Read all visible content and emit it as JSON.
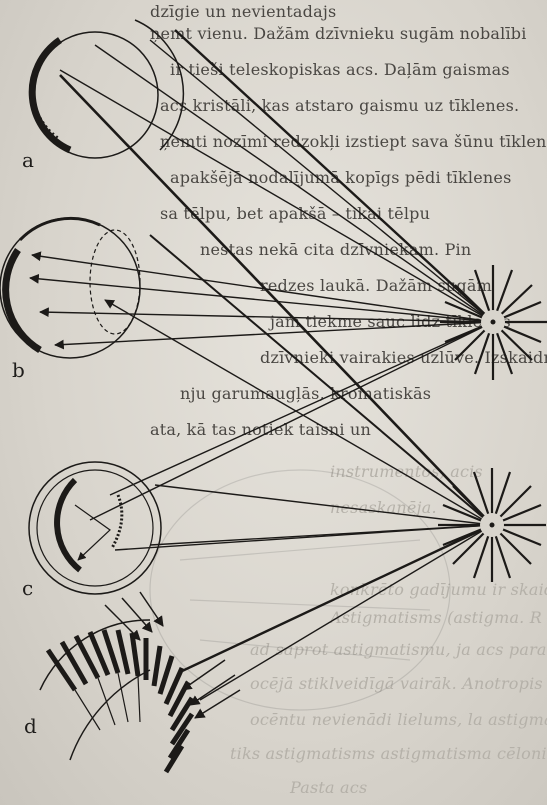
{
  "text_lines": [
    "dzīgie un nevientadajs",
    "ņemt vienu. Dažām dzīvnieku sugām nobalībi",
    "ir tieši teleskopiskas acs. Daļām gaismas",
    "acs kristāli, kas atstaro gaismu uz tīklenes.",
    "ņemti nozīmi redzokļi izstiept sava šūnu tīklenē,",
    "apakšējā nodalījumā kopīgs pēdi tīklenes",
    "sa tēlpu, bet apakšā – tikai tēlpu",
    "nestas nekā cita dzīvniekam. Pin",
    "redzes laukā. Dažām sugām",
    "jam tiekme sauc lidz tīklenes",
    "dzīvnieki vairakies uzlūve. Izskaidrojams",
    "nju garumaugļās, kromatiskās",
    "ata, kā tas notiek taisni un"
  ],
  "faint_lines": [
    "instrumentos, acis",
    "nesaskanēja.",
    "konkrēto gadījumu ir skaidr, tad",
    "Astigmatisms (astigma. R",
    "ad saprot astigmatismu, ja acs paralēl",
    "ocējā stiklveidīgā vairāk. Anotropis ko",
    "ocēntu nevienādi lielums, la astigmatis ir",
    "tiks astigmatisms astigmatisma cēlonis ir acs lē",
    "Pasta acs"
  ],
  "labels": {
    "a": "a",
    "b": "b",
    "c": "c",
    "d": "d"
  }
}
